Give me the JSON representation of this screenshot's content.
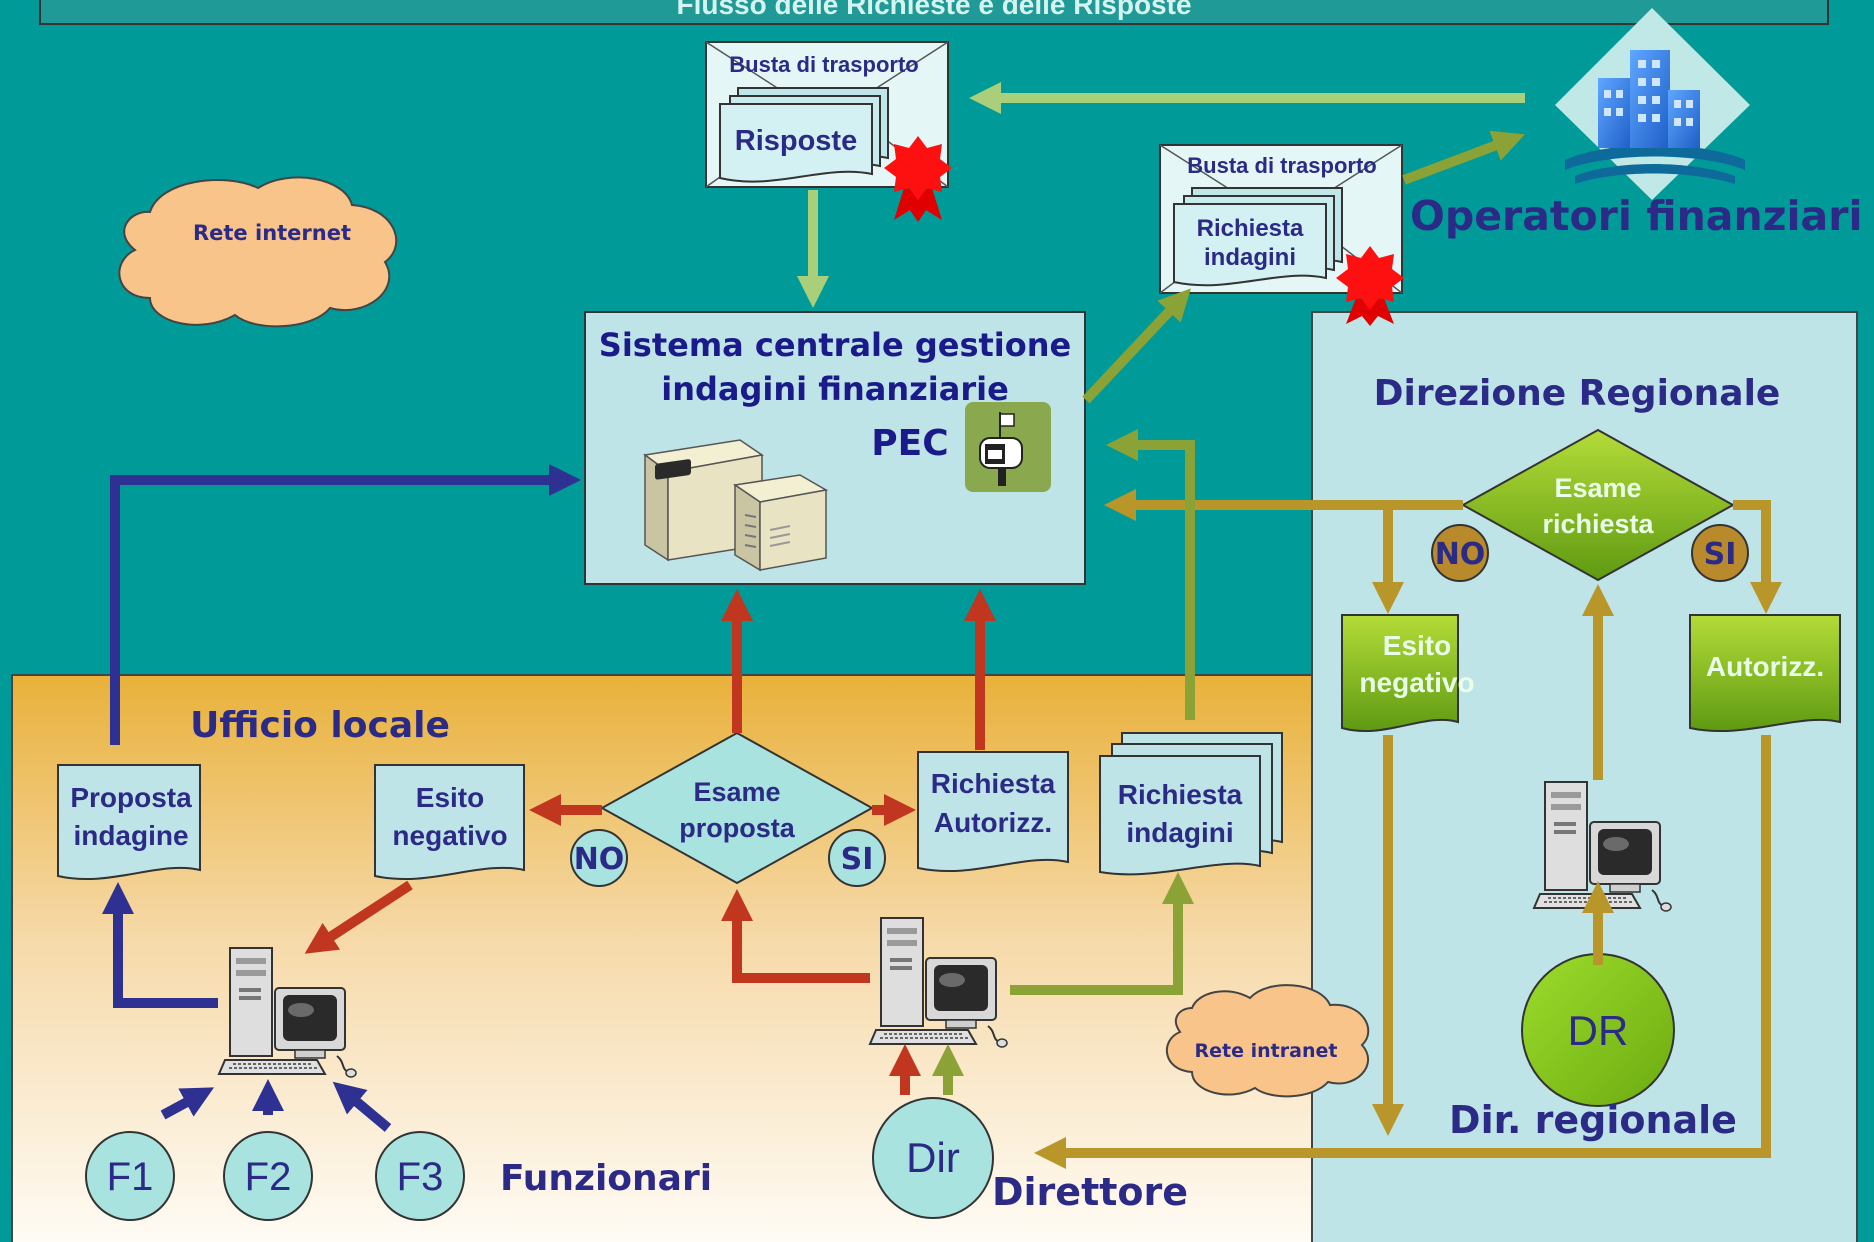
{
  "title": "Flusso delle Richieste e delle Risposte",
  "colors": {
    "background": "#009a99",
    "blue_flow": "#2e3192",
    "red_flow": "#c1361f",
    "olive_flow": "#8aa236",
    "gold_flow": "#b8962a",
    "light_green_flow": "#a9cf7a",
    "label_navy": "#2b2a86",
    "decision_fill": "#a9e3e0"
  },
  "clouds": {
    "internet": "Rete internet",
    "intranet": "Rete intranet"
  },
  "central_system": {
    "title_line1": "Sistema centrale gestione",
    "title_line2": "indagini finanziarie",
    "pec": "PEC",
    "server_icon": "mainframe-server-icon",
    "mailbox_icon": "mailbox-icon"
  },
  "envelope_responses": {
    "label": "Busta di trasporto",
    "doc": "Risposte",
    "seal_icon": "seal-icon"
  },
  "envelope_requests": {
    "label": "Busta di trasporto",
    "doc_line1": "Richiesta",
    "doc_line2": "indagini",
    "seal_icon": "seal-icon"
  },
  "operators": {
    "label": "Operatori finanziari",
    "icon": "office-building-icon"
  },
  "regional": {
    "title": "Direzione Regionale",
    "decision_line1": "Esame",
    "decision_line2": "richiesta",
    "no": "NO",
    "si": "SI",
    "negative_line1": "Esito",
    "negative_line2": "negativo",
    "authorized": "Autorizz.",
    "computer_icon": "computer-icon",
    "actor": "DR",
    "actor_label": "Dir. regionale"
  },
  "local_office": {
    "title": "Ufficio locale",
    "proposal_line1": "Proposta",
    "proposal_line2": "indagine",
    "negative_line1": "Esito",
    "negative_line2": "negativo",
    "decision_line1": "Esame",
    "decision_line2": "proposta",
    "no": "NO",
    "si": "SI",
    "auth_request_line1": "Richiesta",
    "auth_request_line2": "Autorizz.",
    "investigation_line1": "Richiesta",
    "investigation_line2": "indagini",
    "officials": [
      "F1",
      "F2",
      "F3"
    ],
    "officials_label": "Funzionari",
    "director": "Dir",
    "director_label": "Direttore",
    "computer_icon": "computer-icon"
  }
}
